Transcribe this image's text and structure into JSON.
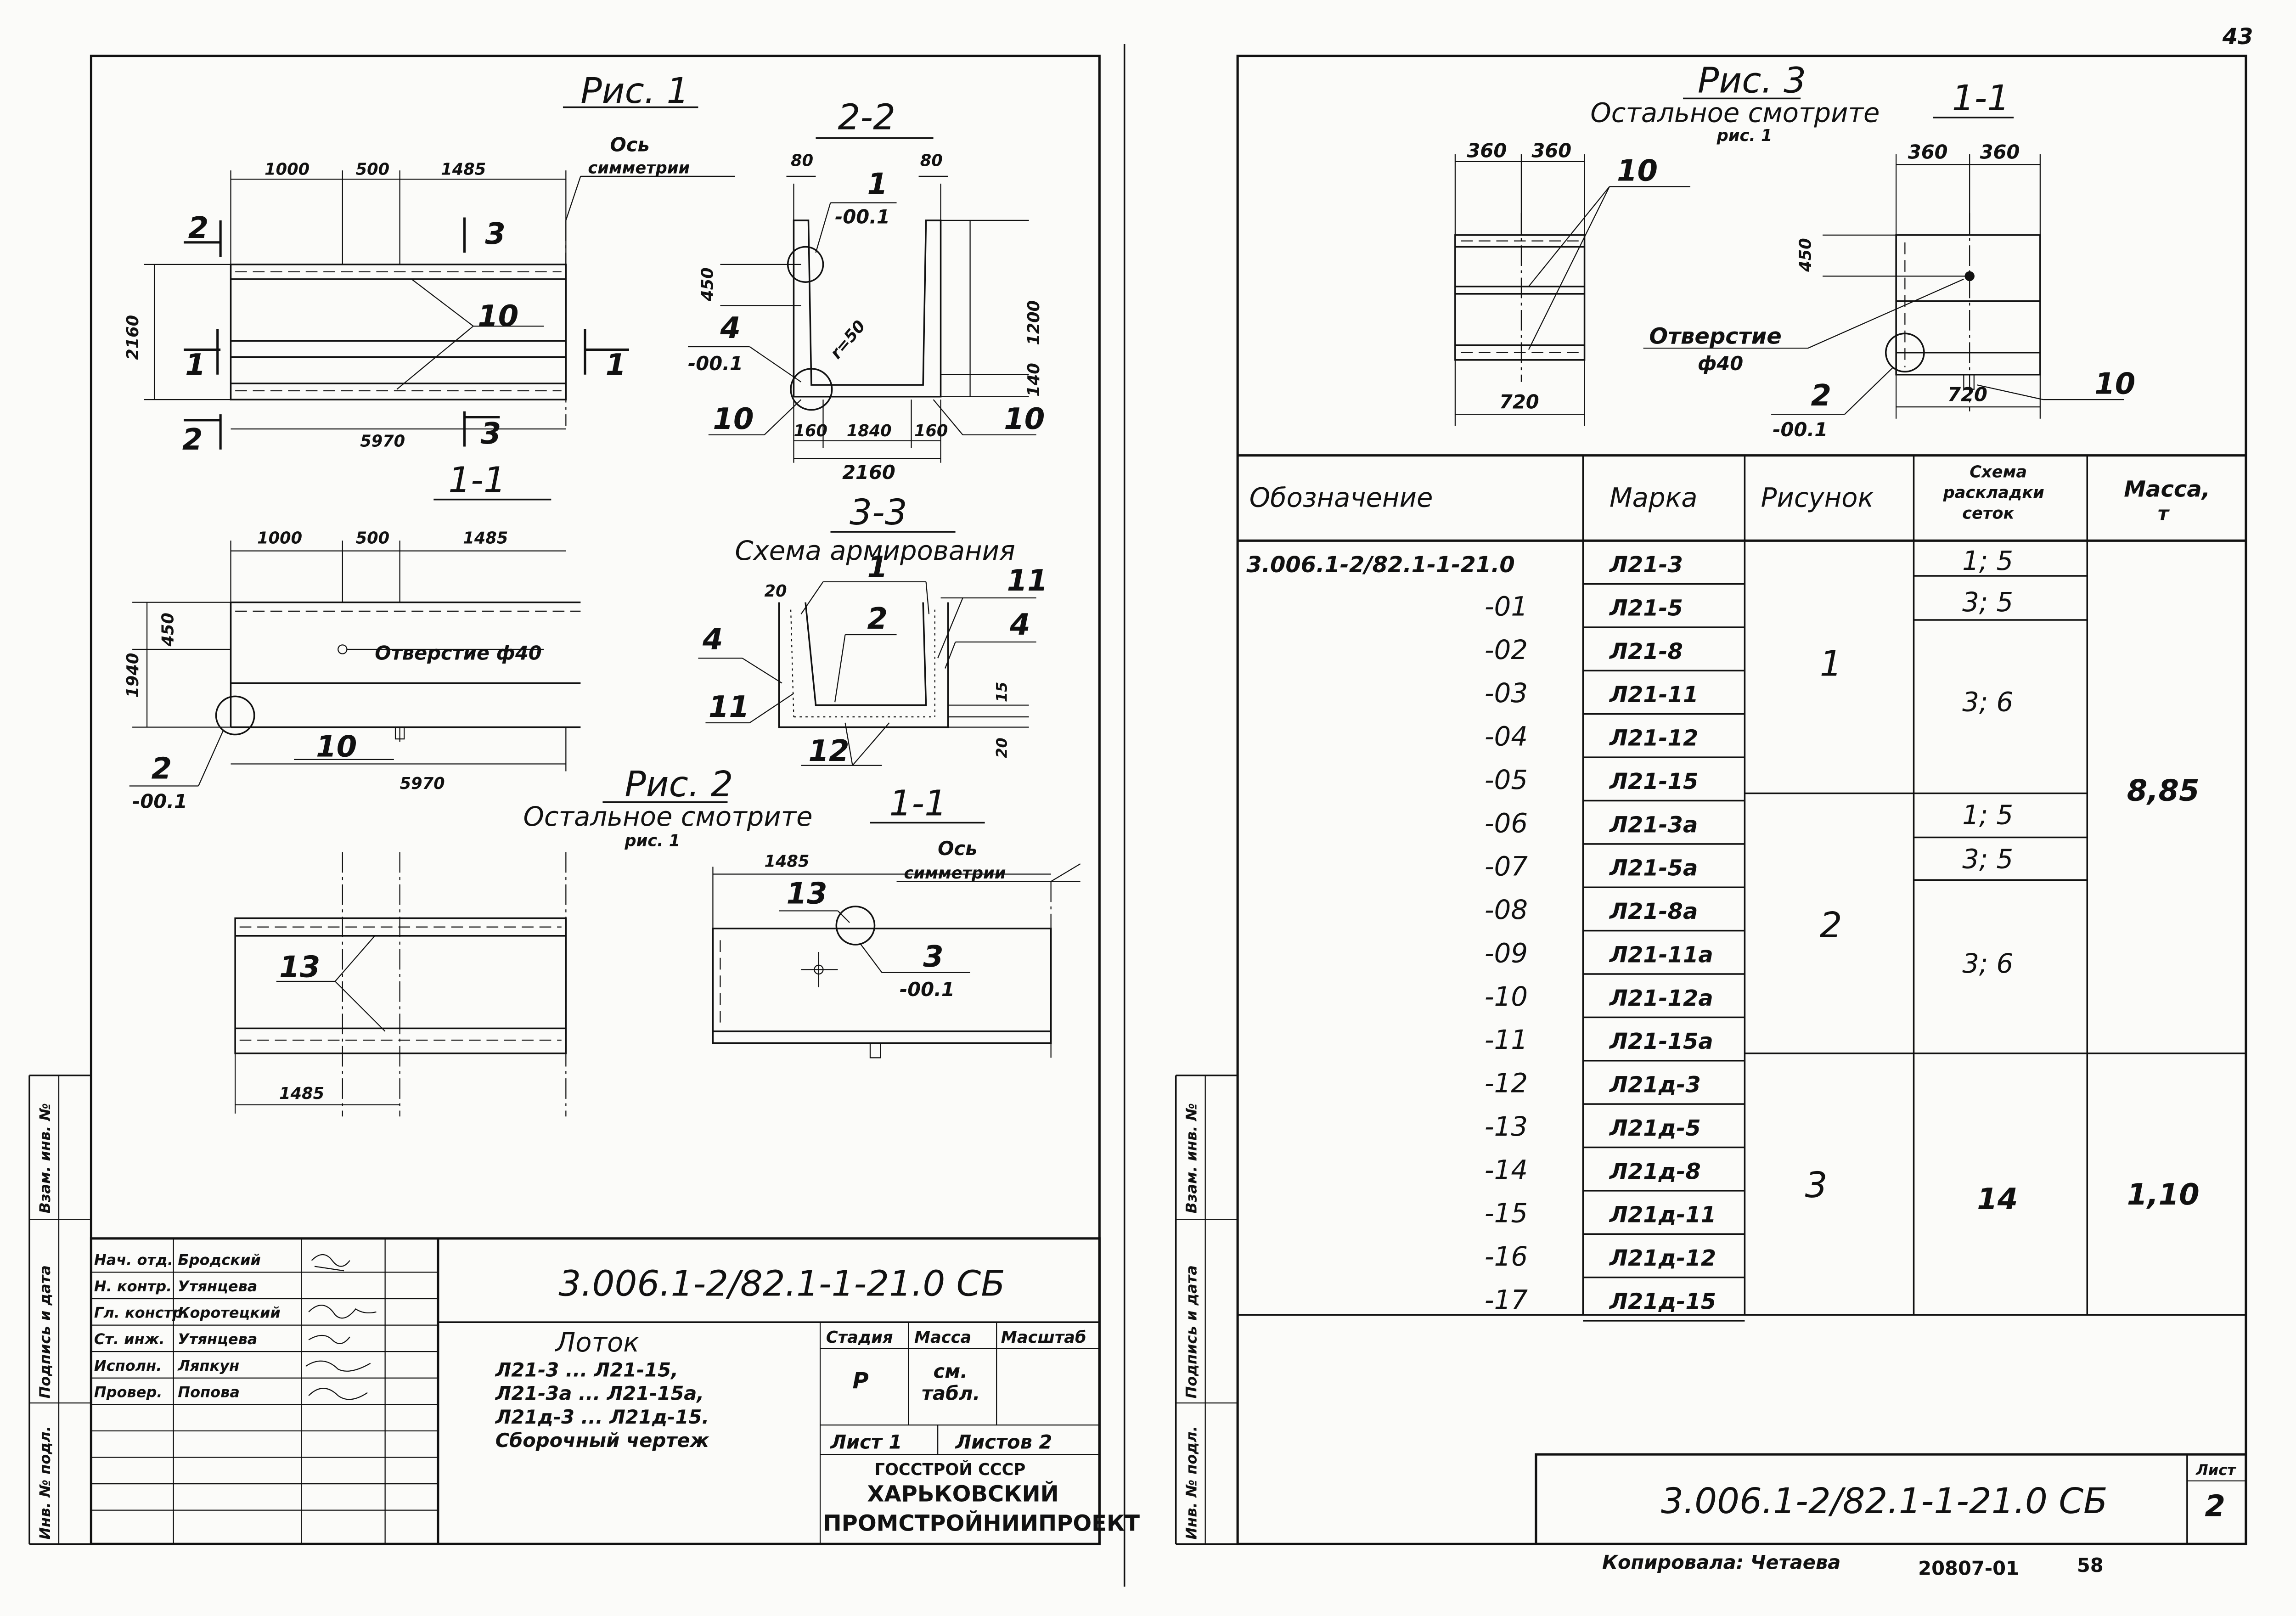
{
  "page_number": "43",
  "left_sheet": {
    "fig1": {
      "title": "Рис. 1",
      "axis_note": [
        "Ось",
        "симметрии"
      ],
      "plan_dims": {
        "top": [
          "1000",
          "500",
          "1485"
        ],
        "width": "2160",
        "length": "5970"
      },
      "section_marks": {
        "s1": "1",
        "s2": "2",
        "s3": "3"
      },
      "section_1_1": {
        "title": "1-1",
        "dims": [
          "1000",
          "500",
          "1485"
        ],
        "h450": "450",
        "h1940": "1940",
        "length": "5970",
        "hole_note": "Отверстие ф40"
      },
      "callouts": {
        "c10": "10",
        "c2": "2",
        "c2_sub": "-00.1",
        "c10b": "10"
      }
    },
    "sec_2_2": {
      "title": "2-2",
      "dims": {
        "d80a": "80",
        "d80b": "80",
        "d450": "450",
        "d1200": "1200",
        "d140": "140",
        "d160a": "160",
        "d1840": "1840",
        "d160b": "160",
        "d2160": "2160",
        "r50": "r=50"
      },
      "callouts": {
        "c1": "1",
        "c1_sub": "-00.1",
        "c4": "4",
        "c4_sub": "-00.1",
        "c10a": "10",
        "c10b": "10"
      }
    },
    "sec_3_3": {
      "title": "3-3",
      "subtitle": "Схема армирования",
      "labels": {
        "l1": "1",
        "l2": "2",
        "l4a": "4",
        "l4b": "4",
        "l11a": "11",
        "l11b": "11",
        "l12": "12"
      },
      "dims": {
        "d20a": "20",
        "d15": "15",
        "d20b": "20"
      }
    },
    "fig2": {
      "title": "Рис. 2",
      "note": "Остальное смотрите",
      "note2": "рис. 1",
      "plan": {
        "label13": "13",
        "dim": "1485"
      },
      "section": {
        "title": "1-1",
        "dim": "1485",
        "axis": [
          "Ось",
          "симметрии"
        ],
        "c13": "13",
        "c3": "3",
        "c3_sub": "-00.1"
      }
    },
    "side_labels": [
      "Инв. № подл.",
      "Подпись и дата",
      "Взам. инв. №"
    ],
    "title_block": {
      "roles": [
        {
          "role": "Нач. отд.",
          "name": "Бродский"
        },
        {
          "role": "Н. контр.",
          "name": "Утянцева"
        },
        {
          "role": "Гл. констр.",
          "name": "Коротецкий"
        },
        {
          "role": "Ст. инж.",
          "name": "Утянцева"
        },
        {
          "role": "Исполн.",
          "name": "Ляпкун"
        },
        {
          "role": "Провер.",
          "name": "Попова"
        }
      ],
      "code": "3.006.1-2/82.1-1-21.0 СБ",
      "product_title": "Лоток",
      "product_lines": [
        "Л21-3 ... Л21-15,",
        "Л21-3а ... Л21-15а,",
        "Л21д-3 ... Л21д-15.",
        "Сборочный чертеж"
      ],
      "stage_head": "Стадия",
      "mass_head": "Масса",
      "scale_head": "Масштаб",
      "stage": "Р",
      "mass_value": [
        "см.",
        "табл."
      ],
      "sheet": "Лист 1",
      "sheets": "Листов 2",
      "org": [
        "ГОССТРОЙ СССР",
        "ХАРЬКОВСКИЙ",
        "ПРОМСТРОЙНИИПРОЕКТ"
      ]
    }
  },
  "right_sheet": {
    "fig3": {
      "title": "Рис. 3",
      "note": "Остальное смотрите",
      "note2": "рис. 1",
      "section_title": "1-1",
      "plan": {
        "d360a": "360",
        "d360b": "360",
        "d720": "720",
        "c10": "10"
      },
      "section": {
        "d360a": "360",
        "d360b": "360",
        "d450": "450",
        "d720": "720",
        "c10": "10",
        "hole": [
          "Отверстие",
          "ф40"
        ],
        "c2": "2",
        "c2_sub": "-00.1"
      }
    },
    "table": {
      "headers": [
        "Обозначение",
        "Марка",
        "Рисунок",
        "Схема раскладки сеток",
        "Масса, т"
      ],
      "header_scheme": [
        "Схема",
        "раскладки",
        "сеток"
      ],
      "header_mass": [
        "Масса,",
        "т"
      ],
      "rows": [
        {
          "designation": "3.006.1-2/82.1-1-21.0",
          "mark": "Л21-3"
        },
        {
          "designation": "-01",
          "mark": "Л21-5"
        },
        {
          "designation": "-02",
          "mark": "Л21-8"
        },
        {
          "designation": "-03",
          "mark": "Л21-11"
        },
        {
          "designation": "-04",
          "mark": "Л21-12"
        },
        {
          "designation": "-05",
          "mark": "Л21-15"
        },
        {
          "designation": "-06",
          "mark": "Л21-3а"
        },
        {
          "designation": "-07",
          "mark": "Л21-5а"
        },
        {
          "designation": "-08",
          "mark": "Л21-8а"
        },
        {
          "designation": "-09",
          "mark": "Л21-11а"
        },
        {
          "designation": "-10",
          "mark": "Л21-12а"
        },
        {
          "designation": "-11",
          "mark": "Л21-15а"
        },
        {
          "designation": "-12",
          "mark": "Л21д-3"
        },
        {
          "designation": "-13",
          "mark": "Л21д-5"
        },
        {
          "designation": "-14",
          "mark": "Л21д-8"
        },
        {
          "designation": "-15",
          "mark": "Л21д-11"
        },
        {
          "designation": "-16",
          "mark": "Л21д-12"
        },
        {
          "designation": "-17",
          "mark": "Л21д-15"
        }
      ],
      "figure_groups": [
        "1",
        "2",
        "3"
      ],
      "scheme_values": [
        "1; 5",
        "3; 5",
        "3; 6",
        "1; 5",
        "3; 5",
        "3; 6",
        "14"
      ],
      "mass_groups": [
        "8,85",
        "1,10"
      ]
    },
    "side_labels": [
      "Инв. № подл.",
      "Подпись и дата",
      "Взам. инв. №"
    ],
    "code": "3.006.1-2/82.1-1-21.0 СБ",
    "sheet_head": "Лист",
    "sheet_no": "2",
    "footer": {
      "copied": "Копировала: Четаева",
      "order": "20807-01",
      "num": "58"
    }
  }
}
